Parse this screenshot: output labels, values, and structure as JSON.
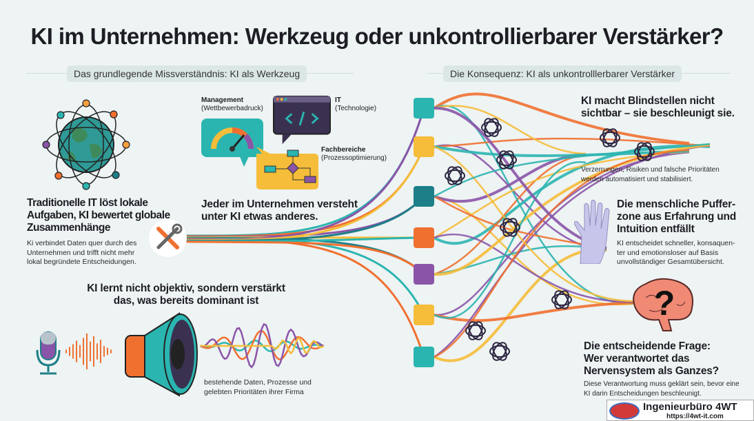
{
  "title": "KI im Unternehmen: Werkzeug oder unkontrollierbarer Verstärker?",
  "left_section": {
    "header": "Das grundlegende Missverständnis: KI als Werkzeug"
  },
  "right_section": {
    "header": "Die Konsequenz: KI als unkontrolllerbarer Verstärker"
  },
  "globe_block": {
    "heading": "Traditionelle IT löst lokale Aufgaben, KI bewertet globale Zusammenhänge",
    "body": "Ki verbindet Daten quer durch des Unternehmen und trifft nicht mehr lokal begründete Entscheidungen."
  },
  "perspectives": {
    "management": {
      "title": "Management",
      "sub": "(Wettbewerbadruck)"
    },
    "it": {
      "title": "IT",
      "sub": "(Technologie)"
    },
    "fach": {
      "title": "Fachbereiche",
      "sub": "(Prozessoptimierung)"
    },
    "heading": "Jeder im Unternehmen versteht unter KI etwas anderes."
  },
  "amplifier": {
    "heading": "KI lernt nicht objektiv, sondern verstärkt das, was bereits dominant ist",
    "caption": "bestehende Daten, Prozesse und gelebten Prioritäten ihrer Firma"
  },
  "blindspots": {
    "heading": "KI macht Blindstellen nicht sichtbar – sie beschleunigt sie.",
    "body": "Verzerrungen, Risiken und falsche Prioritäten werden automatisiert und stabilisiert."
  },
  "buffer": {
    "heading": "Die menschliche Puffer-zone aus Erfahrung und Intuition entfällt",
    "body": "KI entscheidet schneller, konsaquen-ter und emotionsloser auf Basis unvollständiger Gesamtübersicht."
  },
  "question": {
    "heading": "Die entscheidende Frage: Wer verantwortet das Nervensystem als Ganzes?",
    "body": "Diese Verantwortung muss geklärt sein, bevor eine KI darin Entscheidungen beschleunigt.",
    "mark": "?"
  },
  "footer": {
    "company": "Ingenieurbüro 4WT",
    "url": "https://4wt-it.com"
  },
  "colors": {
    "teal": "#2bb5b0",
    "orange": "#f07030",
    "purple": "#8a55a8",
    "yellow": "#f5bd3a",
    "darkteal": "#1d7f87",
    "ink": "#2a2540"
  },
  "nodes": [
    "teal",
    "yellow",
    "darkteal",
    "orange",
    "purple",
    "yellow",
    "teal"
  ]
}
